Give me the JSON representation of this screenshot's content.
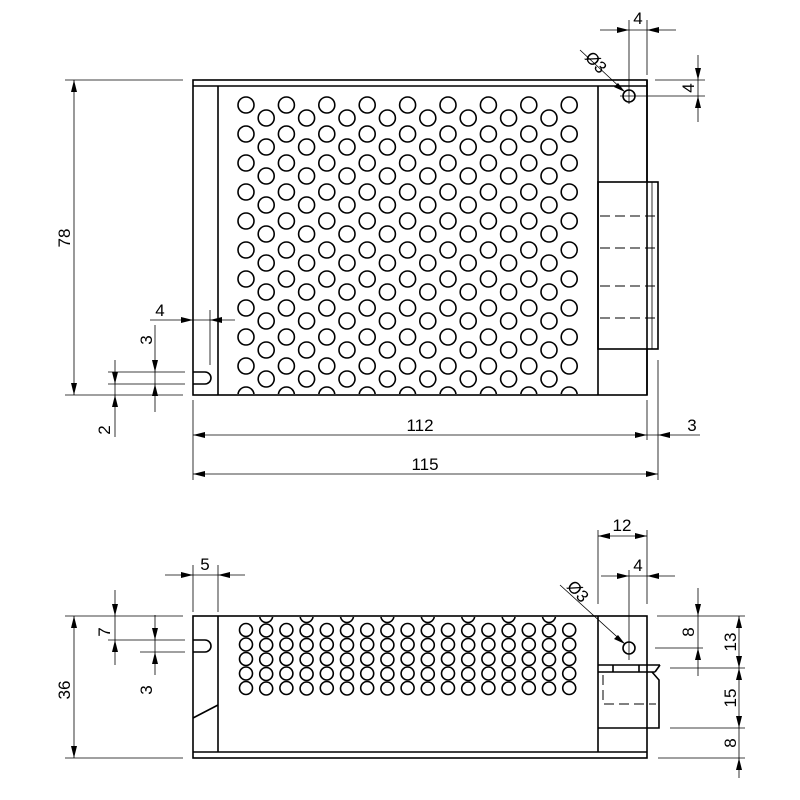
{
  "top_view": {
    "dim_height": "78",
    "dim_slot_offset": "4",
    "dim_slot_width": "3",
    "dim_slot_bottom": "2",
    "dim_width_inner": "112",
    "dim_flange": "3",
    "dim_width_total": "115",
    "dim_hole_x": "4",
    "dim_hole_y": "4",
    "hole_label": "Ø3"
  },
  "side_view": {
    "dim_height": "36",
    "dim_left_offset": "5",
    "dim_slot_top": "7",
    "dim_slot_width": "3",
    "dim_bracket": "12",
    "dim_hole_x": "4",
    "hole_label": "Ø3",
    "dim_hole_y": "8",
    "dim_upper": "13",
    "dim_middle": "15",
    "dim_lower": "8"
  }
}
